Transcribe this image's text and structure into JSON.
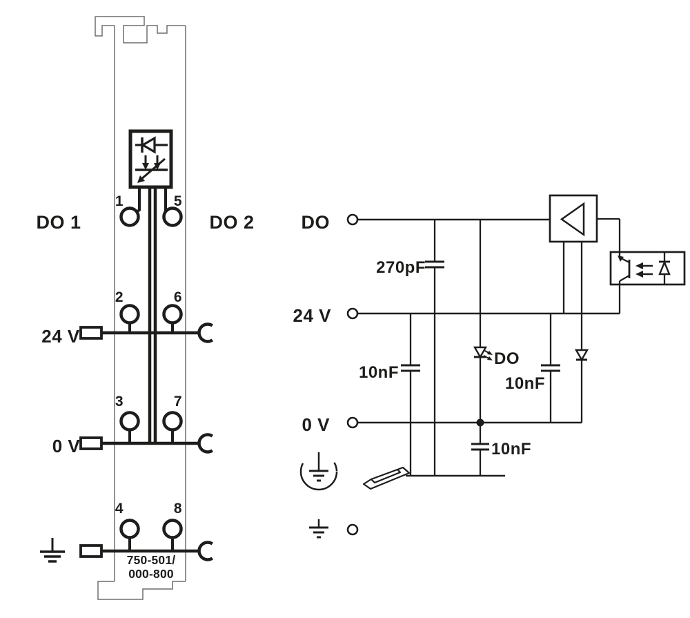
{
  "module": {
    "channel_left_label": "DO 1",
    "channel_right_label": "DO 2",
    "supply_label": "24 V",
    "ground_label": "0 V",
    "part_number_line1": "750-501/",
    "part_number_line2": "000-800",
    "contact_numbers": [
      "1",
      "5",
      "2",
      "6",
      "3",
      "7",
      "4",
      "8"
    ]
  },
  "schematic": {
    "output_label": "DO",
    "supply_label": "24 V",
    "ground_label": "0 V",
    "cap_output_filter": "270pF",
    "cap_supply_filter": "10nF",
    "cap_driver_filter": "10nF",
    "cap_ground_filter": "10nF",
    "status_led_label": "DO"
  },
  "colors": {
    "line": "#1d1d1b",
    "module_outline": "#6e6e6e",
    "background": "#ffffff"
  }
}
